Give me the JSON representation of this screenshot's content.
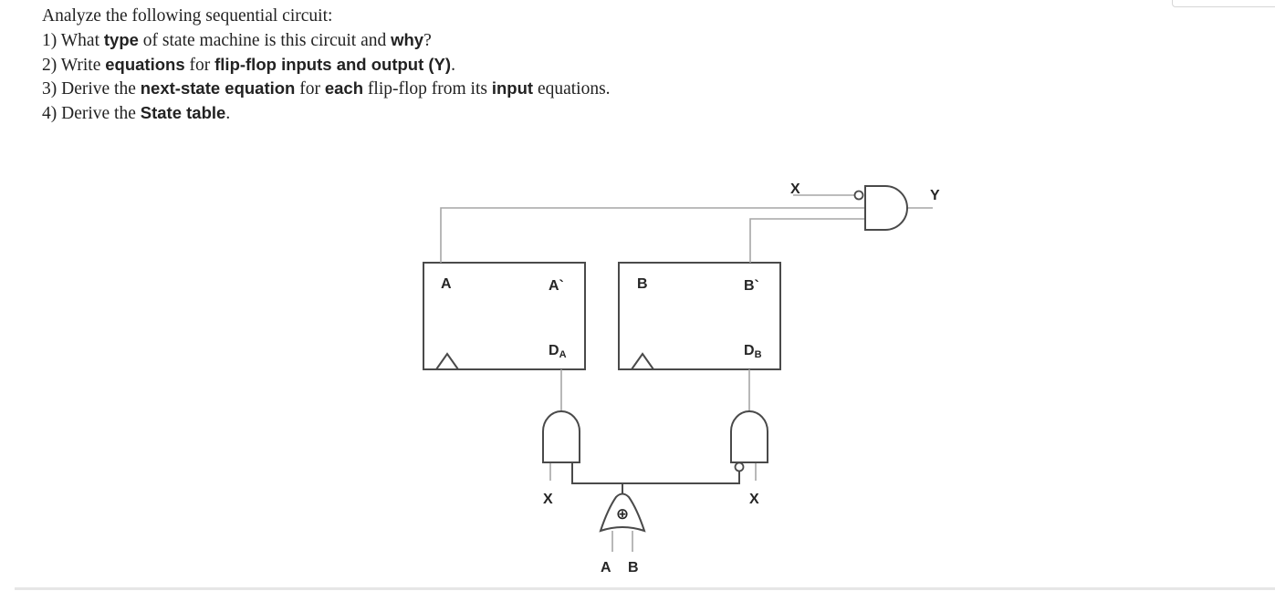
{
  "question": {
    "intro": "Analyze the following sequential circuit:",
    "q1": {
      "p1": "1) What ",
      "b1": "type",
      "p2": " of state machine is this circuit and ",
      "b2": "why",
      "p3": "?"
    },
    "q2": {
      "p1": "2) Write ",
      "b1": "equations",
      "p2": " for ",
      "b2": "flip-flop inputs and output (Y)",
      "p3": "."
    },
    "q3": {
      "p1": "3) Derive the ",
      "b1": "next-state equation",
      "p2": " for ",
      "b2": "each",
      "p3": " flip-flop from its ",
      "b3": "input",
      "p4": " equations."
    },
    "q4": {
      "p1": "4) Derive the ",
      "b1": "State table",
      "p2": "."
    }
  },
  "diagram": {
    "ff_a": {
      "q": "A",
      "q_prime": "A`",
      "d": "D",
      "d_sub": "A"
    },
    "ff_b": {
      "q": "B",
      "q_prime": "B`",
      "d": "D",
      "d_sub": "B"
    },
    "output_gate": {
      "input": "X",
      "output": "Y"
    },
    "and_gate_a": {
      "input": "X"
    },
    "and_gate_b": {
      "input": "X"
    },
    "xor_gate": {
      "symbol": "⊕",
      "input_1": "A",
      "input_2": "B"
    }
  }
}
